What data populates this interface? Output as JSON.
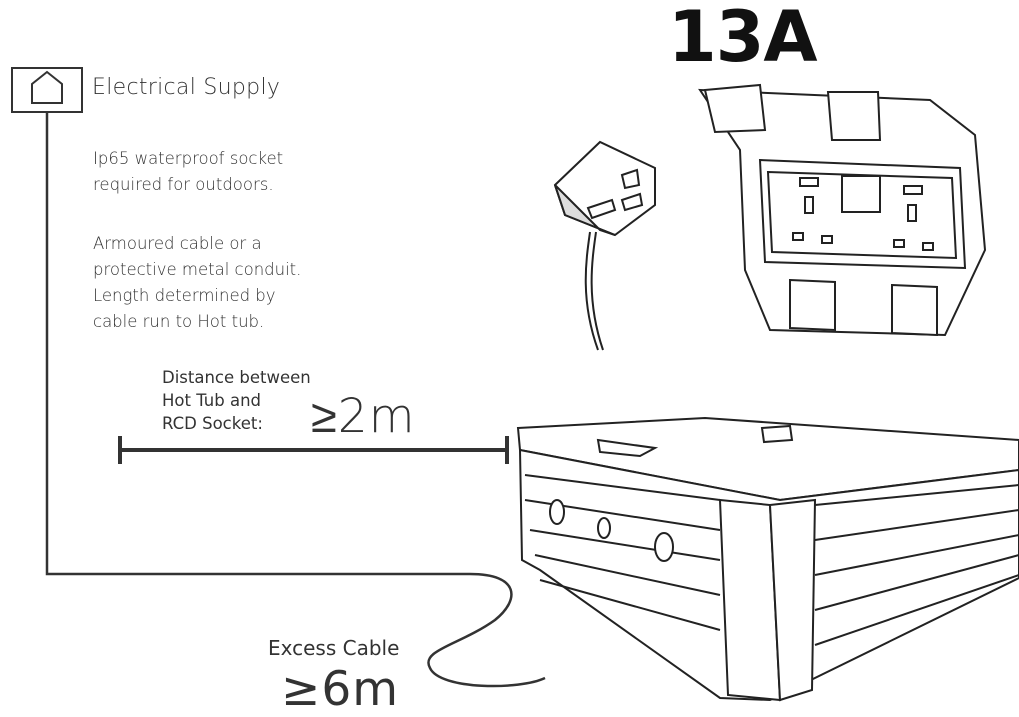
{
  "rating": "13A",
  "supply": {
    "label": "Electrical Supply"
  },
  "notes": {
    "socket": "Ip65 waterproof socket\nrequired for outdoors.",
    "cable": "Armoured cable or a\nprotective metal conduit.\nLength determined by\ncable run to Hot tub."
  },
  "distance": {
    "label": "Distance between\nHot Tub and\nRCD Socket:",
    "value": "≥2m"
  },
  "excess": {
    "label": "Excess Cable",
    "value": "≥6m"
  },
  "icons": {
    "supply": "house-icon",
    "plug": "uk-plug-icon",
    "socket": "weatherproof-socket-icon",
    "hot_tub": "hot-tub-icon"
  },
  "colors": {
    "line": "#333333",
    "text": "#333333"
  }
}
